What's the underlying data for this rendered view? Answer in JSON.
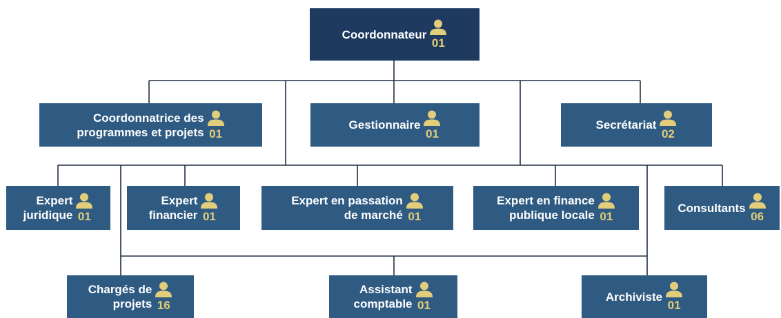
{
  "colors": {
    "header_bg": "#1e3a5f",
    "box_bg": "#2f5b83",
    "text": "#ffffff",
    "count_and_icon": "#e2cd7a",
    "connector": "#1f2f45"
  },
  "icon": "person-icon",
  "nodes": {
    "coordonnateur": {
      "lines": [
        "Coordonnateur"
      ],
      "count": "01"
    },
    "coord_programmes": {
      "lines": [
        "Coordonnatrice des",
        "programmes et projets"
      ],
      "count": "01"
    },
    "gestionnaire": {
      "lines": [
        "Gestionnaire"
      ],
      "count": "01"
    },
    "secretariat": {
      "lines": [
        "Secrétariat"
      ],
      "count": "02"
    },
    "expert_juridique": {
      "lines": [
        "Expert",
        "juridique"
      ],
      "count": "01"
    },
    "expert_financier": {
      "lines": [
        "Expert",
        "financier"
      ],
      "count": "01"
    },
    "expert_passation": {
      "lines": [
        "Expert en passation",
        "de marché"
      ],
      "count": "01"
    },
    "expert_finance_locale": {
      "lines": [
        "Expert en finance",
        "publique locale"
      ],
      "count": "01"
    },
    "consultants": {
      "lines": [
        "Consultants"
      ],
      "count": "06"
    },
    "charges_projets": {
      "lines": [
        "Chargés de",
        "projets"
      ],
      "count": "16"
    },
    "assistant_comptable": {
      "lines": [
        "Assistant",
        "comptable"
      ],
      "count": "01"
    },
    "archiviste": {
      "lines": [
        "Archiviste"
      ],
      "count": "01"
    }
  }
}
